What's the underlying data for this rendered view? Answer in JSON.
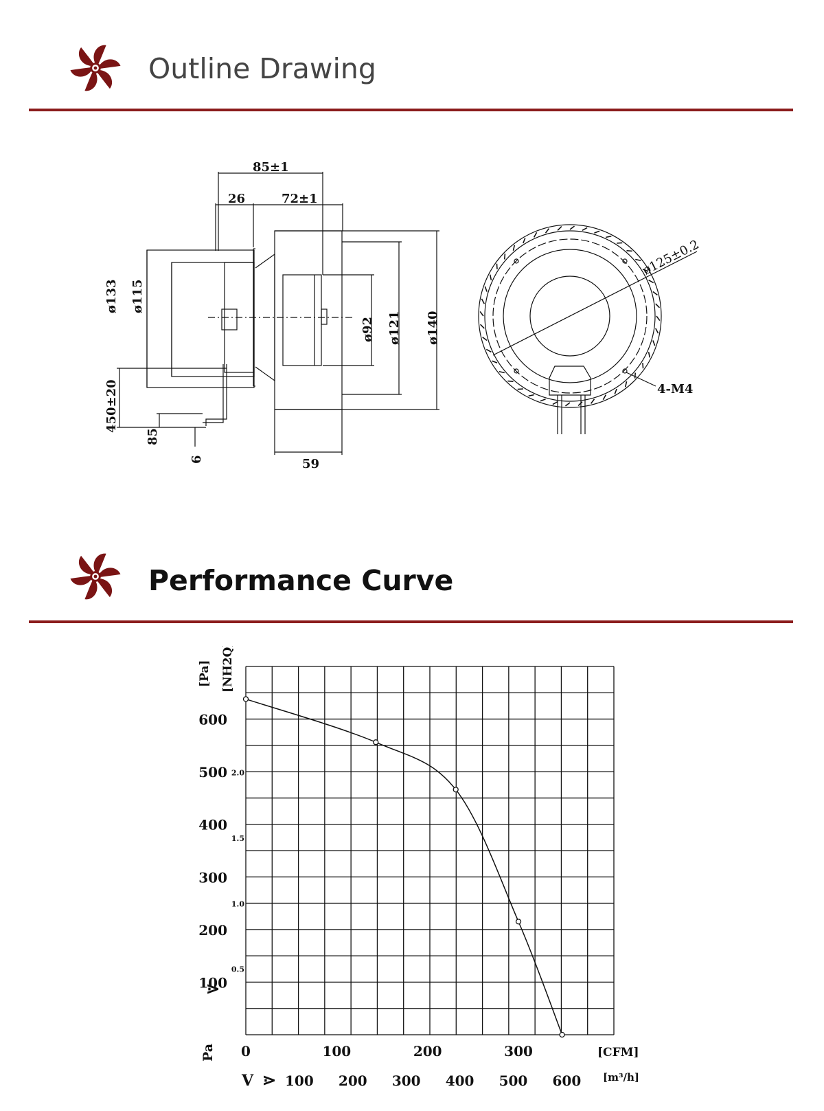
{
  "header_outline": {
    "title": "Outline Drawing"
  },
  "header_performance": {
    "title": "Performance Curve"
  },
  "colors": {
    "accent": "#8b1c1c",
    "logo": "#7a1414",
    "line": "#111111"
  },
  "outline": {
    "dim_85": "85±1",
    "dim_26": "26",
    "dim_72": "72±1",
    "dim_133": "ø133",
    "dim_115": "ø115",
    "dim_92": "ø92",
    "dim_121": "ø121",
    "dim_140": "ø140",
    "dim_450": "450±20",
    "dim_85b": "85",
    "dim_6": "6",
    "dim_59": "59",
    "dim_125": "ø125±0.2",
    "dim_m4": "4-M4"
  },
  "chart_data": {
    "type": "line",
    "ylabel_primary": "[Pa]",
    "ylabel_secondary": "[NH2Q]",
    "y_unit_label": "Pa",
    "x_unit_label_primary": "[CFM]",
    "x_unit_label_secondary": "[m³/h]",
    "x_flow_symbol": "V",
    "x_ticks_cfm": [
      "0",
      "100",
      "200",
      "300"
    ],
    "x_ticks_m3h": [
      "100",
      "200",
      "300",
      "400",
      "500",
      "600"
    ],
    "y_ticks_pa": [
      "100",
      "200",
      "300",
      "400",
      "500",
      "600"
    ],
    "y_ticks_inh2o": [
      "0.5",
      "1.0",
      "1.5",
      "2.0"
    ],
    "xlim_cfm": [
      0,
      405
    ],
    "ylim_pa": [
      0,
      700
    ],
    "grid": true,
    "series": [
      {
        "x": [
          0,
          143,
          231,
          300,
          348
        ],
        "y": [
          638,
          556,
          466,
          215,
          0
        ]
      }
    ]
  }
}
